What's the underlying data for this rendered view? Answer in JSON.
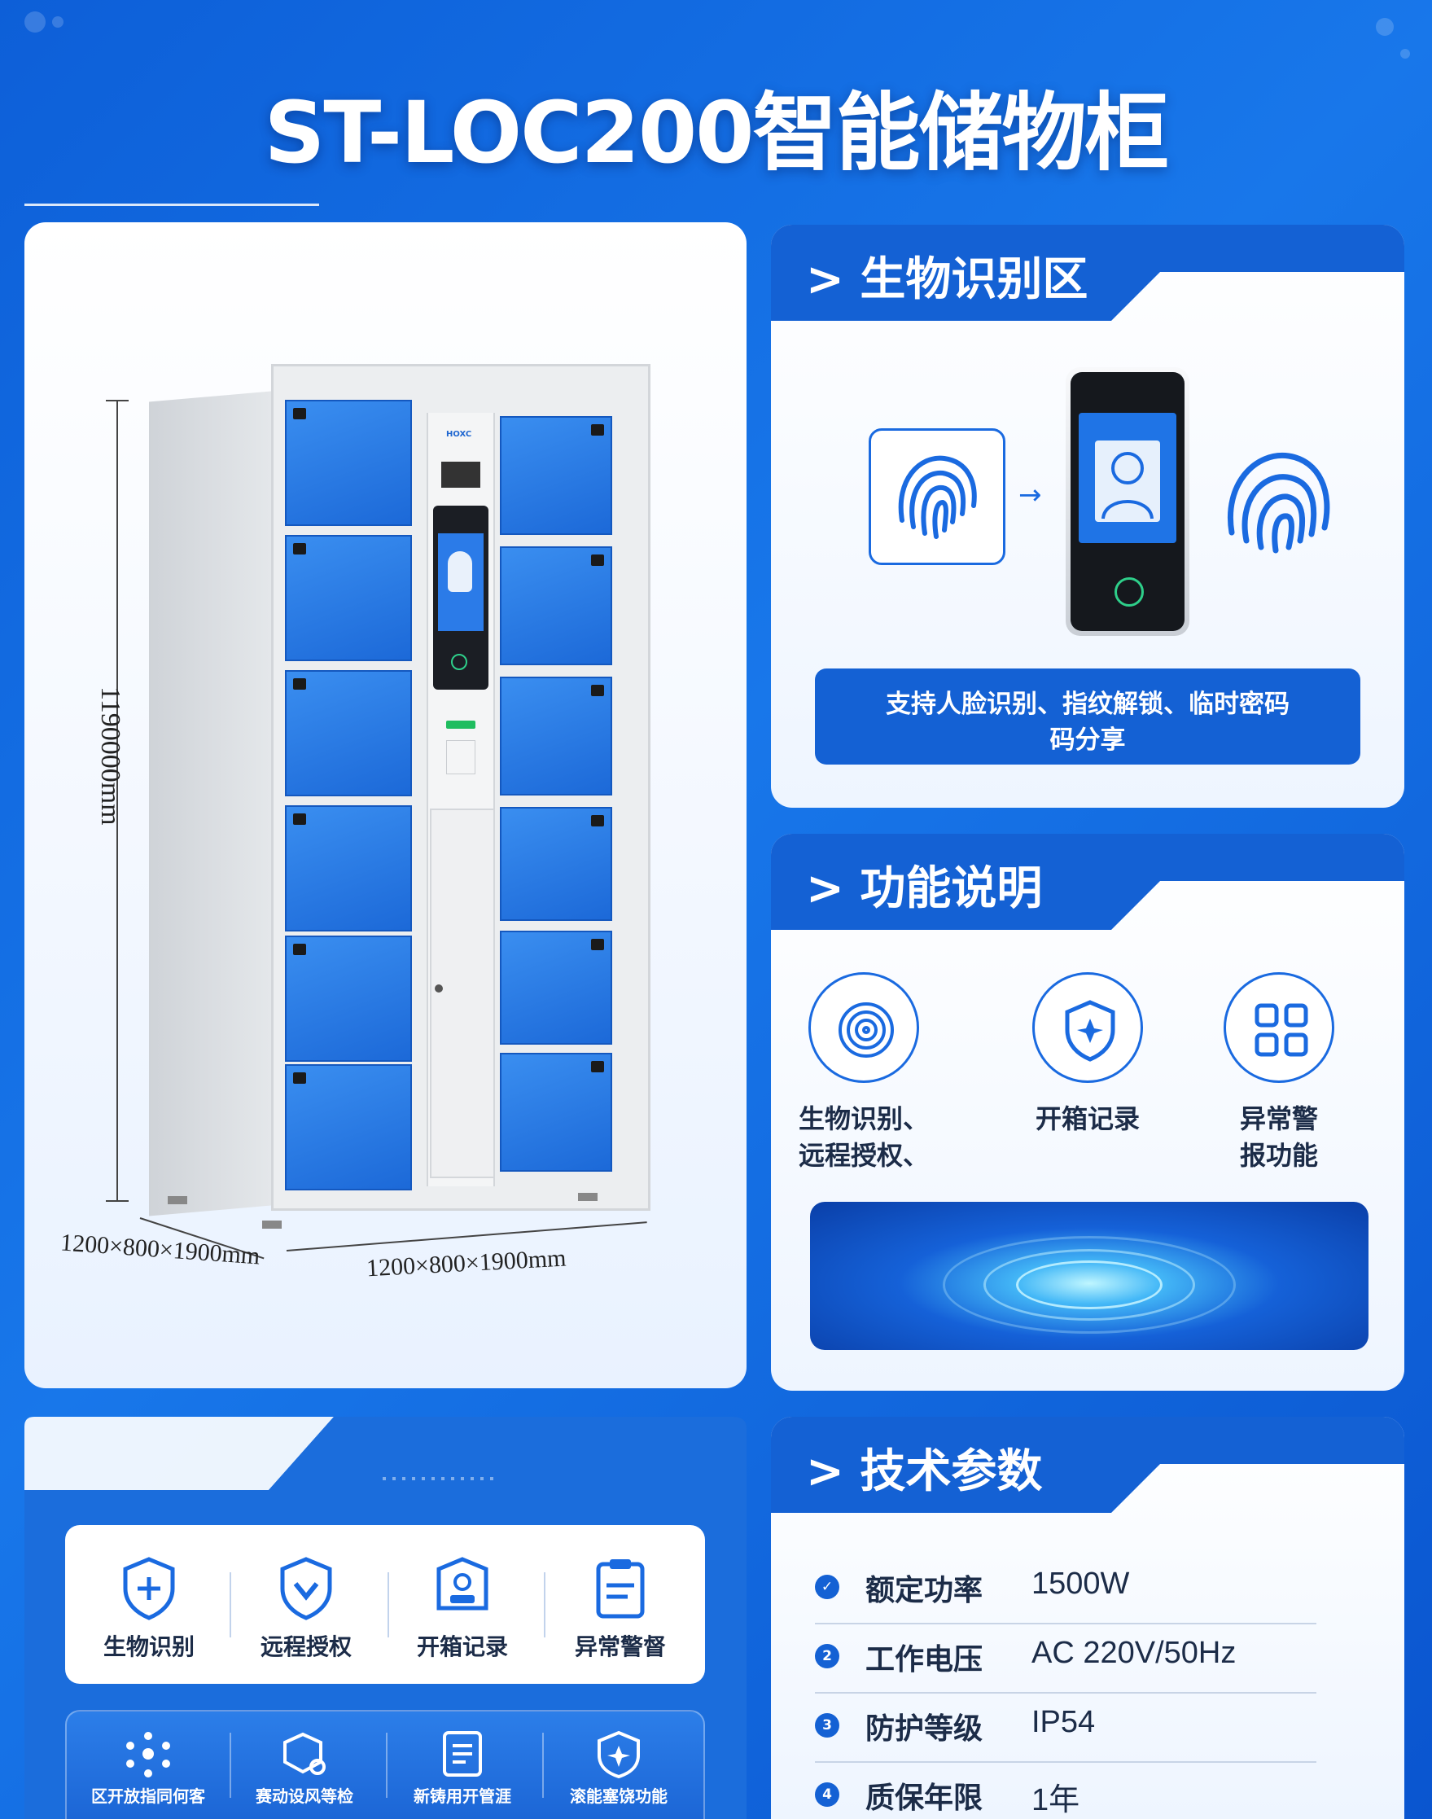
{
  "title": "ST-LOC200智能储物柜",
  "cabinet": {
    "height_label": "1190000mm",
    "dim_left_label": "1200×800×1900mm",
    "dim_bottom_label": "1200×800×1900mm",
    "center_logo": "HOXC",
    "door_color": "#2a7de9"
  },
  "bio_panel": {
    "heading": "生物识别区",
    "caption": "支持人脸识别、指纹解锁、临时密码码分享",
    "icons": [
      "fingerprint-icon",
      "face-recognition-device",
      "fingerprint-icon"
    ]
  },
  "function_panel": {
    "heading": "功能说明",
    "items": [
      {
        "label": "生物识别、远程授权、",
        "icon": "fingerprint-icon"
      },
      {
        "label": "开箱记录",
        "icon": "shield-icon"
      },
      {
        "label": "异常警报功能",
        "icon": "grid-icon"
      }
    ]
  },
  "params_panel": {
    "heading": "技术参数",
    "rows": [
      {
        "badge": "✓",
        "name": "额定功率",
        "value": "1500W"
      },
      {
        "badge": "2",
        "name": "工作电压",
        "value": "AC 220V/50Hz"
      },
      {
        "badge": "3",
        "name": "防护等级",
        "value": "IP54"
      },
      {
        "badge": "4",
        "name": "质保年限",
        "value": "1年"
      }
    ]
  },
  "features": {
    "primary": [
      {
        "label": "生物识别",
        "icon": "plus-shield-icon"
      },
      {
        "label": "远程授权",
        "icon": "check-shield-icon"
      },
      {
        "label": "开箱记录",
        "icon": "user-badge-icon"
      },
      {
        "label": "异常警督",
        "icon": "clipboard-icon"
      }
    ],
    "secondary": [
      {
        "label": "区开放指同何客",
        "icon": "network-icon"
      },
      {
        "label": "赛动设风等检",
        "icon": "box-gear-icon"
      },
      {
        "label": "新铸用开管涯",
        "icon": "document-icon"
      },
      {
        "label": "滚能塞饶功能",
        "icon": "shield-star-icon"
      }
    ]
  },
  "colors": {
    "brand_blue": "#1461d4",
    "background": "#1877ea",
    "accent_green": "#2ecf8a"
  }
}
